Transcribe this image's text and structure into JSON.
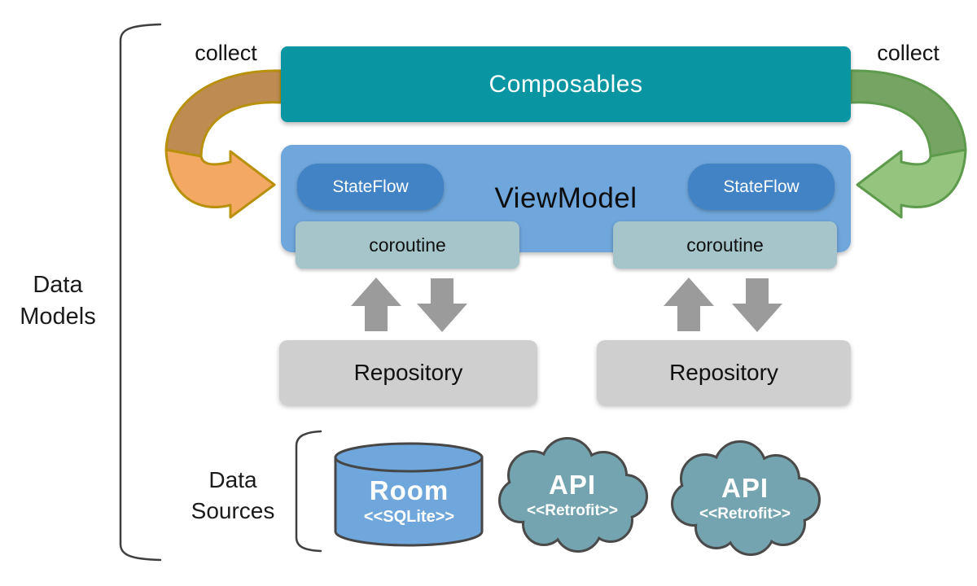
{
  "labels": {
    "collect_left": "collect",
    "collect_right": "collect",
    "data_models_line1": "Data",
    "data_models_line2": "Models",
    "data_sources_line1": "Data",
    "data_sources_line2": "Sources"
  },
  "boxes": {
    "composables": "Composables",
    "viewmodel": "ViewModel",
    "stateflow_left": "StateFlow",
    "stateflow_right": "StateFlow",
    "coroutine_left": "coroutine",
    "coroutine_right": "coroutine",
    "repository_left": "Repository",
    "repository_right": "Repository"
  },
  "data_sources": {
    "room": {
      "title": "Room",
      "subtitle": "<<SQLite>>"
    },
    "api_left": {
      "title": "API",
      "subtitle": "<<Retrofit>>"
    },
    "api_right": {
      "title": "API",
      "subtitle": "<<Retrofit>>"
    }
  },
  "colors": {
    "teal": "#0995A1",
    "viewmodel_blue": "#6FA6DB",
    "stateflow_blue": "#4183C5",
    "coroutine_blue_gray": "#A5C5CB",
    "repository_gray": "#CFCFCF",
    "arrow_gray": "#9B9B9B",
    "room_blue": "#6FA6DB",
    "cloud_teal": "#74A4AF",
    "shape_outline": "#464646",
    "orange_arrow_light": "#F3A963",
    "orange_arrow_dark": "#BE8B53",
    "orange_arrow_outline": "#B8900B",
    "green_arrow_light": "#94C47E",
    "green_arrow_dark": "#76A563",
    "green_arrow_outline": "#5E9A4C"
  }
}
